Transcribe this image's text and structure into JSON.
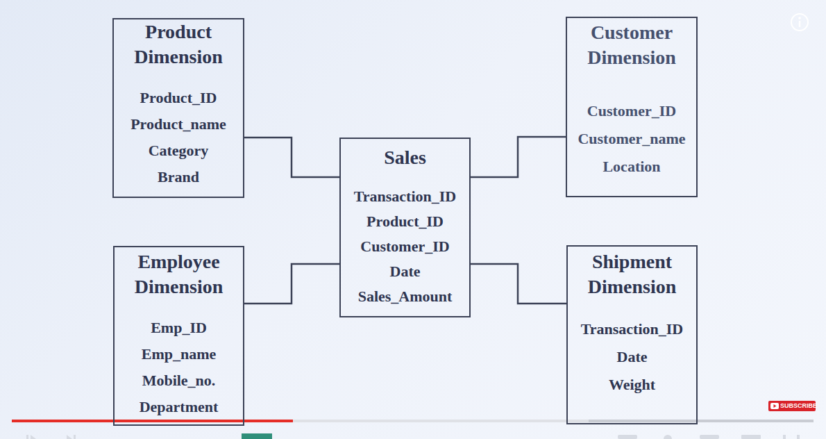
{
  "diagram": {
    "nodes": [
      {
        "text": [
          "Product Dimension",
          "Product_ID",
          "Product_name",
          "Category",
          "Brand"
        ]
      },
      {
        "text": [
          "Customer Dimension",
          "Customer_ID",
          "Customer_name",
          "Location"
        ]
      },
      {
        "text": [
          "Sales",
          "Transaction_ID",
          "Product_ID",
          "Customer_ID",
          "Date",
          "Sales_Amount"
        ]
      },
      {
        "text": [
          "Employee Dimension",
          "Emp_ID",
          "Emp_name",
          "Mobile_no.",
          "Department"
        ]
      },
      {
        "text": [
          "Shipment Dimension",
          "Transaction_ID",
          "Date",
          "Weight"
        ]
      }
    ],
    "edges": [
      {
        "from": 0,
        "to": 2,
        "arrow": "none"
      },
      {
        "from": 2,
        "to": 1,
        "arrow": "none"
      },
      {
        "from": 3,
        "to": 2,
        "arrow": "none"
      },
      {
        "from": 2,
        "to": 4,
        "arrow": "none"
      }
    ],
    "labels": [
      "SUBSCRIBE"
    ]
  }
}
